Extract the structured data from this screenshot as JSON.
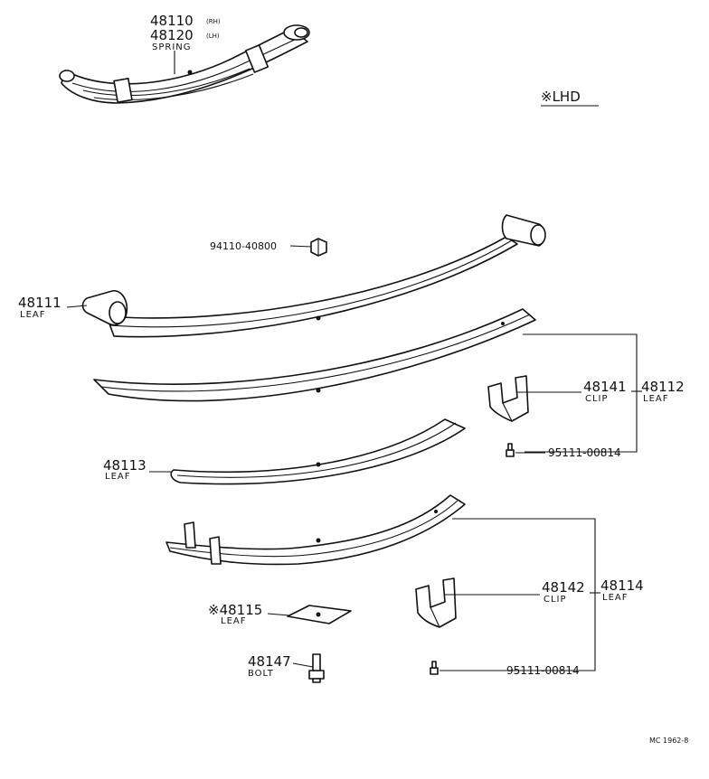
{
  "spring_assembly": {
    "part_rh": "48110",
    "side_rh": "(RH)",
    "part_lh": "48120",
    "side_lh": "(LH)",
    "name": "SPRING"
  },
  "lhd_note": "※LHD",
  "nut": {
    "part": "94110-40800"
  },
  "leaf_main": {
    "part": "48111",
    "name": "LEAF"
  },
  "leaf_2": {
    "part": "48112",
    "name": "LEAF"
  },
  "clip_1": {
    "part": "48141",
    "name": "CLIP"
  },
  "screw_1": {
    "part": "95111-00814"
  },
  "leaf_3": {
    "part": "48113",
    "name": "LEAF"
  },
  "leaf_4": {
    "part": "48114",
    "name": "LEAF"
  },
  "clip_2": {
    "part": "48142",
    "name": "CLIP"
  },
  "screw_2": {
    "part": "95111-00814"
  },
  "leaf_5": {
    "part": "※48115",
    "name": "LEAF"
  },
  "bolt": {
    "part": "48147",
    "name": "BOLT"
  },
  "footer_code": "MC 1962-8"
}
